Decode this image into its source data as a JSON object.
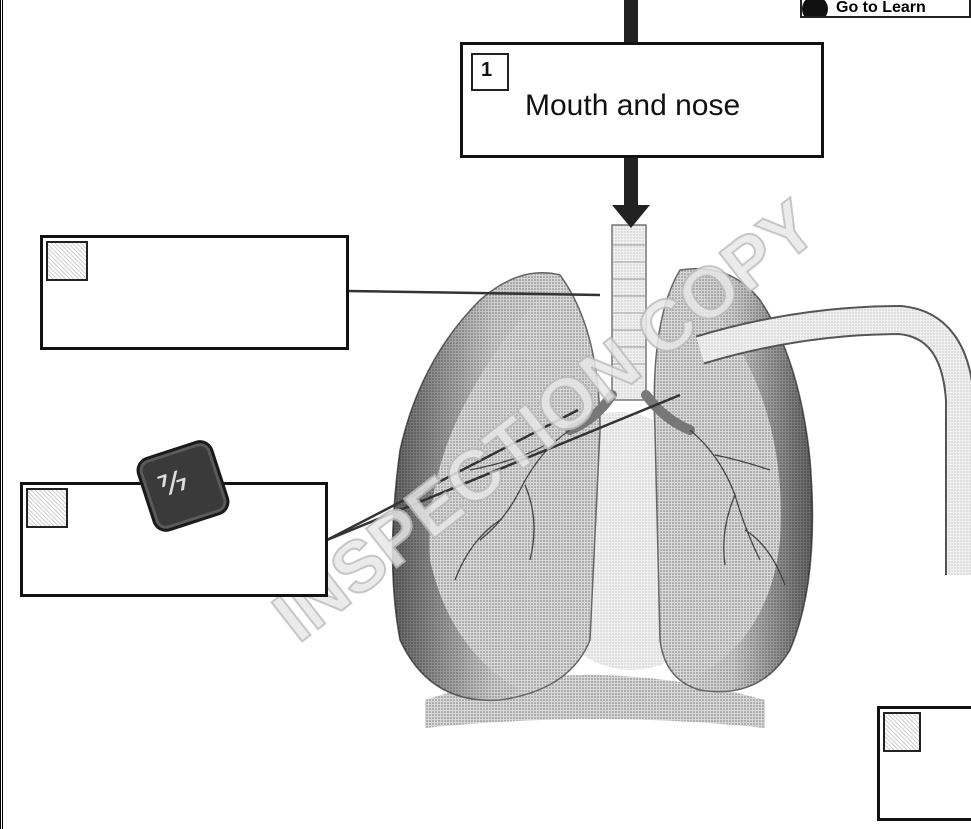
{
  "header": {
    "go_button_label": "Go to Learn"
  },
  "labels": [
    {
      "number": "1",
      "text": "Mouth and nose"
    },
    {
      "number": "",
      "text": ""
    },
    {
      "number": "",
      "text": ""
    },
    {
      "number": "",
      "text": ""
    }
  ],
  "watermark": "INSPECTION COPY",
  "badge_glyph": "⁷⁄₇"
}
